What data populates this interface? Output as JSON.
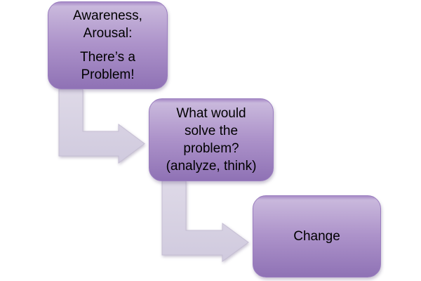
{
  "colors": {
    "background": "#ffffff",
    "box-border": "#9a7dbf",
    "box-grad-edge": "#a78bc7",
    "box-grad-top": "#c9b8dc",
    "box-grad-mid": "#ad93ca",
    "box-grad-bottom": "#8f72b5",
    "arrow-fill-top": "#ded9e7",
    "arrow-fill-bottom": "#d0cade",
    "arrow-stroke": "#c5bed3",
    "text": "#000000"
  },
  "flow": {
    "boxes": [
      {
        "name": "awareness-arousal",
        "paragraphs": [
          [
            "Awareness,",
            "Arousal:"
          ],
          [
            "There’s a",
            "Problem!"
          ]
        ]
      },
      {
        "name": "solve-problem",
        "paragraphs": [
          [
            "What would",
            "solve the",
            "problem?",
            "(analyze, think)"
          ]
        ]
      },
      {
        "name": "change",
        "paragraphs": [
          [
            "Change"
          ]
        ]
      }
    ],
    "connectors": [
      {
        "name": "elbow-arrow-1",
        "from": "awareness-arousal",
        "to": "solve-problem",
        "shape": "elbow-down-right"
      },
      {
        "name": "elbow-arrow-2",
        "from": "solve-problem",
        "to": "change",
        "shape": "elbow-down-right"
      }
    ]
  }
}
